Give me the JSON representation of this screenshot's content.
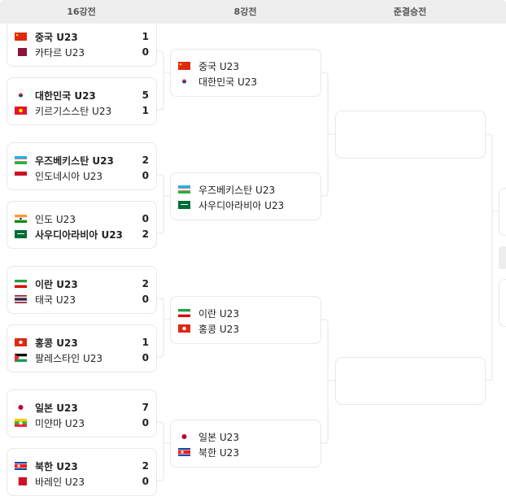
{
  "header": {
    "rounds": [
      "16강전",
      "8강전",
      "준결승전"
    ]
  },
  "round_of_16": [
    {
      "teams": [
        {
          "name": "중국 U23",
          "flag": "china-flag",
          "score": "1",
          "winner": true
        },
        {
          "name": "카타르 U23",
          "flag": "qatar-flag",
          "score": "0",
          "winner": false
        }
      ]
    },
    {
      "teams": [
        {
          "name": "대한민국 U23",
          "flag": "korea-flag",
          "score": "5",
          "winner": true
        },
        {
          "name": "키르기스스탄 U23",
          "flag": "kyrgyzstan-flag",
          "score": "1",
          "winner": false
        }
      ]
    },
    {
      "teams": [
        {
          "name": "우즈베키스탄 U23",
          "flag": "uzbekistan-flag",
          "score": "2",
          "winner": true
        },
        {
          "name": "인도네시아 U23",
          "flag": "indonesia-flag",
          "score": "0",
          "winner": false
        }
      ]
    },
    {
      "teams": [
        {
          "name": "인도 U23",
          "flag": "india-flag",
          "score": "0",
          "winner": false
        },
        {
          "name": "사우디아라비아 U23",
          "flag": "saudi-flag",
          "score": "2",
          "winner": true
        }
      ]
    },
    {
      "teams": [
        {
          "name": "이란 U23",
          "flag": "iran-flag",
          "score": "2",
          "winner": true
        },
        {
          "name": "태국 U23",
          "flag": "thailand-flag",
          "score": "0",
          "winner": false
        }
      ]
    },
    {
      "teams": [
        {
          "name": "홍콩 U23",
          "flag": "hongkong-flag",
          "score": "1",
          "winner": true
        },
        {
          "name": "팔레스타인 U23",
          "flag": "palestine-flag",
          "score": "0",
          "winner": false
        }
      ]
    },
    {
      "teams": [
        {
          "name": "일본 U23",
          "flag": "japan-flag",
          "score": "7",
          "winner": true
        },
        {
          "name": "미얀마 U23",
          "flag": "myanmar-flag",
          "score": "0",
          "winner": false
        }
      ]
    },
    {
      "teams": [
        {
          "name": "북한 U23",
          "flag": "northkorea-flag",
          "score": "2",
          "winner": true
        },
        {
          "name": "바레인 U23",
          "flag": "bahrain-flag",
          "score": "0",
          "winner": false
        }
      ]
    }
  ],
  "quarter_finals": [
    {
      "teams": [
        {
          "name": "중국 U23",
          "flag": "china-flag"
        },
        {
          "name": "대한민국 U23",
          "flag": "korea-flag"
        }
      ]
    },
    {
      "teams": [
        {
          "name": "우즈베키스탄 U23",
          "flag": "uzbekistan-flag"
        },
        {
          "name": "사우디아라비아 U23",
          "flag": "saudi-flag"
        }
      ]
    },
    {
      "teams": [
        {
          "name": "이란 U23",
          "flag": "iran-flag"
        },
        {
          "name": "홍콩 U23",
          "flag": "hongkong-flag"
        }
      ]
    },
    {
      "teams": [
        {
          "name": "일본 U23",
          "flag": "japan-flag"
        },
        {
          "name": "북한 U23",
          "flag": "northkorea-flag"
        }
      ]
    }
  ],
  "semi_finals": [
    {
      "teams": []
    },
    {
      "teams": []
    }
  ],
  "final": [
    {
      "teams": []
    },
    {
      "teams": []
    }
  ]
}
